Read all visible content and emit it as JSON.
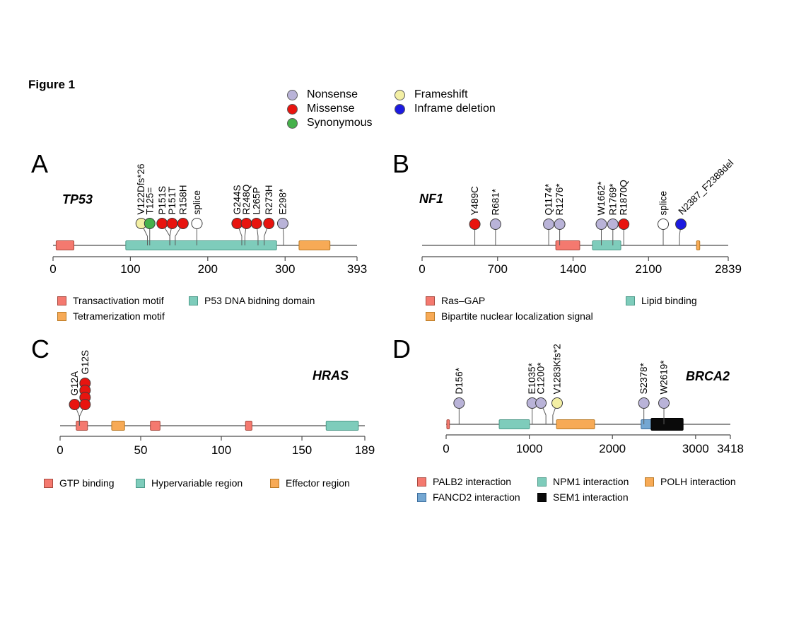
{
  "figure_title": "Figure 1",
  "mutation_legend": {
    "columns": [
      [
        {
          "label": "Nonsense",
          "type": "nonsense"
        },
        {
          "label": "Missense",
          "type": "missense"
        },
        {
          "label": "Synonymous",
          "type": "synonymous"
        }
      ],
      [
        {
          "label": "Frameshift",
          "type": "frameshift"
        },
        {
          "label": "Inframe deletion",
          "type": "inframe_deletion"
        }
      ]
    ]
  },
  "type_colors": {
    "nonsense": "#B9B3D8",
    "missense": "#E8140F",
    "synonymous": "#45B14B",
    "frameshift": "#F3EFA4",
    "inframe_deletion": "#1C1AE0",
    "splice": "#FFFFFF"
  },
  "domain_palette": {
    "salmon": {
      "fill": "#F4796F",
      "stroke": "#A94A3F"
    },
    "teal": {
      "fill": "#7ECCBB",
      "stroke": "#4E9B8A"
    },
    "orange": {
      "fill": "#F7AA56",
      "stroke": "#BA7A25"
    },
    "blue": {
      "fill": "#74A7D2",
      "stroke": "#3D6E9E"
    },
    "black": {
      "fill": "#0A0A0A",
      "stroke": "#000000"
    }
  },
  "chart_data": {
    "type": "lollipop",
    "title": "Figure 1",
    "panels": [
      {
        "panel": "A",
        "gene": "TP53",
        "length": 393,
        "axis_ticks": [
          0,
          100,
          200,
          300,
          393
        ],
        "mutations": [
          {
            "label": "V122Dfs*26",
            "pos": 122,
            "disp": 114,
            "type": "frameshift",
            "count": 1
          },
          {
            "label": "T125=",
            "pos": 125,
            "disp": 125,
            "type": "synonymous",
            "count": 1
          },
          {
            "label": "P151S",
            "pos": 151,
            "disp": 141,
            "type": "missense",
            "count": 1
          },
          {
            "label": "P151T",
            "pos": 151,
            "disp": 154,
            "type": "missense",
            "count": 1
          },
          {
            "label": "R158H",
            "pos": 158,
            "disp": 168,
            "type": "missense",
            "count": 1
          },
          {
            "label": "splice",
            "pos": 186,
            "disp": 186,
            "type": "splice",
            "count": 1
          },
          {
            "label": "G244S",
            "pos": 244,
            "disp": 238,
            "type": "missense",
            "count": 1
          },
          {
            "label": "R248Q",
            "pos": 248,
            "disp": 250,
            "type": "missense",
            "count": 1
          },
          {
            "label": "L265P",
            "pos": 265,
            "disp": 263,
            "type": "missense",
            "count": 1
          },
          {
            "label": "R273H",
            "pos": 273,
            "disp": 279,
            "type": "missense",
            "count": 1
          },
          {
            "label": "E298*",
            "pos": 298,
            "disp": 297,
            "type": "nonsense",
            "count": 1
          }
        ],
        "domains": [
          {
            "name": "Transactivation motif",
            "color": "salmon",
            "start": 4,
            "end": 27
          },
          {
            "name": "P53 DNA bidning domain",
            "color": "teal",
            "start": 94,
            "end": 289
          },
          {
            "name": "Tetramerization motif",
            "color": "orange",
            "start": 318,
            "end": 358
          }
        ],
        "domain_legend_columns": [
          [
            {
              "label": "Transactivation motif",
              "color": "salmon"
            },
            {
              "label": "Tetramerization motif",
              "color": "orange"
            }
          ],
          [
            {
              "label": "P53 DNA bidning domain",
              "color": "teal"
            }
          ]
        ]
      },
      {
        "panel": "B",
        "gene": "NF1",
        "length": 2839,
        "axis_ticks": [
          0,
          700,
          1400,
          2100,
          2839
        ],
        "mutations": [
          {
            "label": "Y489C",
            "pos": 489,
            "disp": 489,
            "type": "missense",
            "count": 1
          },
          {
            "label": "R681*",
            "pos": 681,
            "disp": 681,
            "type": "nonsense",
            "count": 1
          },
          {
            "label": "Q1174*",
            "pos": 1174,
            "disp": 1174,
            "type": "nonsense",
            "count": 1
          },
          {
            "label": "R1276*",
            "pos": 1276,
            "disp": 1276,
            "type": "nonsense",
            "count": 1
          },
          {
            "label": "W1662*",
            "pos": 1662,
            "disp": 1662,
            "type": "nonsense",
            "count": 1
          },
          {
            "label": "R1769*",
            "pos": 1769,
            "disp": 1769,
            "type": "nonsense",
            "count": 1
          },
          {
            "label": "R1870Q",
            "pos": 1870,
            "disp": 1870,
            "type": "missense",
            "count": 1
          },
          {
            "label": "splice",
            "pos": 2236,
            "disp": 2236,
            "type": "splice",
            "count": 1
          },
          {
            "label": "N2387_F2388del",
            "pos": 2387,
            "disp": 2400,
            "type": "inframe_deletion",
            "count": 1,
            "diagonal": true
          }
        ],
        "domains": [
          {
            "name": "Ras–GAP",
            "color": "salmon",
            "start": 1240,
            "end": 1462
          },
          {
            "name": "Lipid binding",
            "color": "teal",
            "start": 1580,
            "end": 1843
          },
          {
            "name": "Bipartite nuclear localization signal",
            "color": "orange",
            "start": 2545,
            "end": 2575
          }
        ],
        "domain_legend_columns": [
          [
            {
              "label": "Ras–GAP",
              "color": "salmon"
            },
            {
              "label": "Bipartite nuclear localization signal",
              "color": "orange"
            }
          ],
          [
            {
              "label": "Lipid binding",
              "color": "teal"
            }
          ]
        ]
      },
      {
        "panel": "C",
        "gene": "HRAS",
        "length": 189,
        "axis_ticks": [
          0,
          50,
          100,
          150,
          189
        ],
        "mutations": [
          {
            "label": "G12A",
            "pos": 12,
            "disp": 9,
            "type": "missense",
            "count": 1
          },
          {
            "label": "G12S",
            "pos": 12,
            "disp": 15.5,
            "type": "missense",
            "count": 4
          }
        ],
        "domains": [
          {
            "name": "GTP binding",
            "color": "salmon",
            "start": 10,
            "end": 17
          },
          {
            "name": "Effector region",
            "color": "orange",
            "start": 32,
            "end": 40
          },
          {
            "name": "GTP binding",
            "color": "salmon",
            "start": 56,
            "end": 62
          },
          {
            "name": "GTP binding",
            "color": "salmon",
            "start": 115,
            "end": 119
          },
          {
            "name": "Hypervariable region",
            "color": "teal",
            "start": 165,
            "end": 185
          }
        ],
        "domain_legend_columns": [
          [
            {
              "label": "GTP binding",
              "color": "salmon"
            }
          ],
          [
            {
              "label": "Hypervariable region",
              "color": "teal"
            }
          ],
          [
            {
              "label": "Effector region",
              "color": "orange"
            }
          ]
        ]
      },
      {
        "panel": "D",
        "gene": "BRCA2",
        "length": 3418,
        "axis_ticks": [
          0,
          1000,
          2000,
          3000,
          3418
        ],
        "mutations": [
          {
            "label": "D156*",
            "pos": 156,
            "disp": 156,
            "type": "nonsense",
            "count": 1
          },
          {
            "label": "E1035*",
            "pos": 1035,
            "disp": 1035,
            "type": "nonsense",
            "count": 1
          },
          {
            "label": "C1200*",
            "pos": 1200,
            "disp": 1140,
            "type": "nonsense",
            "count": 1
          },
          {
            "label": "V1283Kfs*2",
            "pos": 1283,
            "disp": 1335,
            "type": "frameshift",
            "count": 1
          },
          {
            "label": "S2378*",
            "pos": 2378,
            "disp": 2378,
            "type": "nonsense",
            "count": 1
          },
          {
            "label": "W2619*",
            "pos": 2619,
            "disp": 2619,
            "type": "nonsense",
            "count": 1
          }
        ],
        "domains": [
          {
            "name": "PALB2 interaction",
            "color": "salmon",
            "start": 8,
            "end": 40
          },
          {
            "name": "NPM1 interaction",
            "color": "teal",
            "start": 638,
            "end": 1003
          },
          {
            "name": "POLH interaction",
            "color": "orange",
            "start": 1327,
            "end": 1786
          },
          {
            "name": "FANCD2 interaction",
            "color": "blue",
            "start": 2345,
            "end": 2480
          },
          {
            "name": "SEM1 interaction",
            "color": "black",
            "start": 2465,
            "end": 2850,
            "tall": true
          }
        ],
        "domain_legend_columns": [
          [
            {
              "label": "PALB2 interaction",
              "color": "salmon"
            },
            {
              "label": "FANCD2 interaction",
              "color": "blue"
            }
          ],
          [
            {
              "label": "NPM1 interaction",
              "color": "teal"
            },
            {
              "label": "SEM1 interaction",
              "color": "black"
            }
          ],
          [
            {
              "label": "POLH interaction",
              "color": "orange"
            }
          ]
        ]
      }
    ]
  }
}
